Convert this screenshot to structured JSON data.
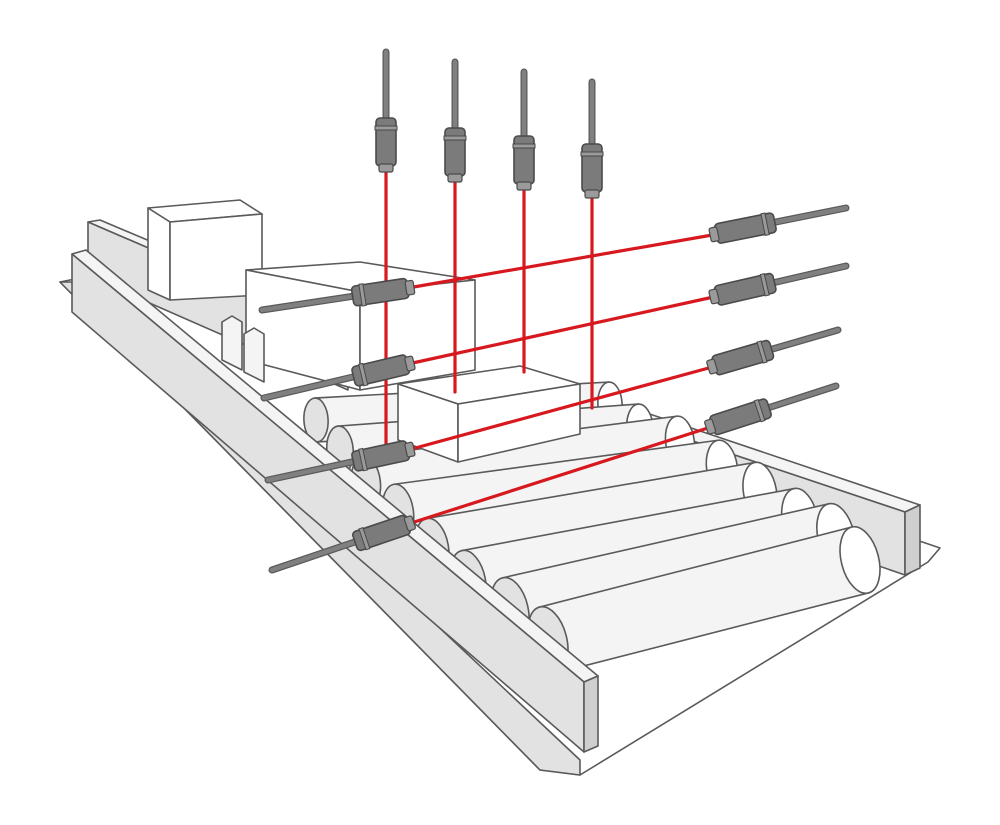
{
  "diagram": {
    "subject": "roller-conveyor-with-light-grid",
    "colors": {
      "beam": "#d7191f",
      "sensor_body": "#7b7b7b",
      "sensor_cable": "#808080",
      "conveyor_light": "#f4f4f4",
      "conveyor_mid": "#e2e2e2",
      "conveyor_dark": "#cfcfcf",
      "outline": "#5a5a5a"
    },
    "vertical_sensor_count": 4,
    "horizontal_sensor_pair_count": 4,
    "roller_count": 8,
    "box_count": 3
  }
}
